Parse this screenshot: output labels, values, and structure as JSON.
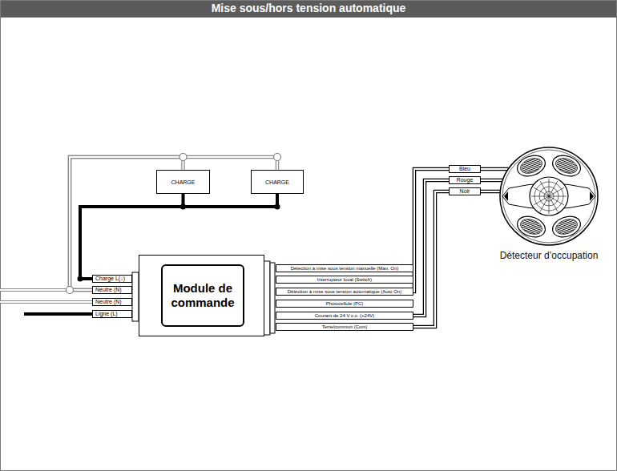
{
  "diagram": {
    "title": "Mise sous/hors tension automatique",
    "nodes": [
      {
        "text": [
          "CHARGE"
        ]
      },
      {
        "text": [
          "CHARGE"
        ]
      },
      {
        "text": [
          "Module de commande"
        ]
      },
      {
        "text": [
          "Charge L(↓)"
        ]
      },
      {
        "text": [
          "Neutre (N)"
        ]
      },
      {
        "text": [
          "Neutre (N)"
        ]
      },
      {
        "text": [
          "Ligne (L)"
        ]
      },
      {
        "text": [
          "Détection à mise sous tension manuelle (Man. On)"
        ]
      },
      {
        "text": [
          "Interrupteur local (Switch)"
        ]
      },
      {
        "text": [
          "Détection à mise sous tension automatique (Auto On)"
        ]
      },
      {
        "text": [
          "Photocellule (PC)"
        ]
      },
      {
        "text": [
          "Courant de 24 V c.c. (+24V)"
        ]
      },
      {
        "text": [
          "Terre/commun (Com)"
        ]
      },
      {
        "text": [
          "Bleu"
        ]
      },
      {
        "text": [
          "Rouge"
        ]
      },
      {
        "text": [
          "Noir"
        ]
      },
      {
        "text": [
          "Détecteur d’occupation"
        ]
      }
    ],
    "edges": [
      {
        "from": 3,
        "to": 0,
        "arrow": "none"
      },
      {
        "from": 3,
        "to": 1,
        "arrow": "none"
      },
      {
        "from": 4,
        "to": 0,
        "arrow": "none"
      },
      {
        "from": 4,
        "to": 1,
        "arrow": "none"
      },
      {
        "from": 9,
        "to": 13,
        "arrow": "none"
      },
      {
        "from": 11,
        "to": 14,
        "arrow": "none"
      },
      {
        "from": 12,
        "to": 15,
        "arrow": "none"
      },
      {
        "from": 13,
        "to": 16,
        "arrow": "none"
      },
      {
        "from": 14,
        "to": 16,
        "arrow": "none"
      },
      {
        "from": 15,
        "to": 16,
        "arrow": "none"
      }
    ]
  }
}
